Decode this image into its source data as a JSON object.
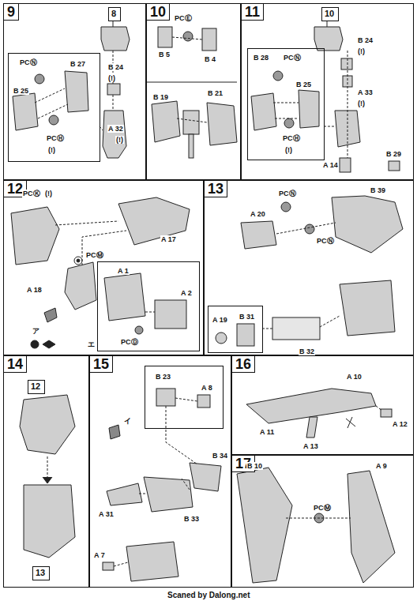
{
  "diagram": {
    "nodes": [
      {
        "text": [
          "9"
        ]
      },
      {
        "text": [
          "8"
        ],
        "in": 0
      },
      {
        "text": [
          "PCⓃ",
          "B 27",
          "B 25",
          "PCⒽ",
          "(!)"
        ],
        "in": 0
      },
      {
        "text": [
          "10"
        ]
      },
      {
        "text": [
          "11"
        ]
      },
      {
        "text": [
          "10"
        ],
        "in": 4
      },
      {
        "text": [
          "B 28",
          "PCⓃ",
          "B 25",
          "PCⒽ",
          "(!)"
        ],
        "in": 4
      },
      {
        "text": [
          "12"
        ]
      },
      {
        "text": [
          "A 1",
          "A 2",
          "PCⒹ"
        ],
        "in": 7
      },
      {
        "text": [
          "13"
        ]
      },
      {
        "text": [
          "A 19",
          "B 31"
        ],
        "in": 9
      },
      {
        "text": [
          "14"
        ]
      },
      {
        "text": [
          "12"
        ],
        "in": 11
      },
      {
        "text": [
          "13"
        ],
        "in": 11
      },
      {
        "text": [
          "15"
        ]
      },
      {
        "text": [
          "B 23",
          "A 8"
        ],
        "in": 14
      },
      {
        "text": [
          "16"
        ]
      },
      {
        "text": [
          "17"
        ]
      }
    ],
    "labels": [
      "B 24",
      "(!)",
      "A 32",
      "(!)",
      "PCⒺ",
      "B 5",
      "B 4",
      "B 19",
      "B 21",
      "B 24",
      "(!)",
      "A 33",
      "(!)",
      "B 29",
      "A 14",
      "PCⓀ",
      "(!)",
      "A 17",
      "PCⓂ",
      "A 18",
      "ア",
      "エ",
      "PCⓃ",
      "B 39",
      "A 20",
      "PCⓃ",
      "B 32",
      "イ",
      "B 34",
      "A 31",
      "B 33",
      "A 7",
      "A 10",
      "A 11",
      "A 12",
      "A 13",
      "B 10",
      "A 9",
      "PCⓂ",
      "Scaned by Dalong.net"
    ]
  }
}
